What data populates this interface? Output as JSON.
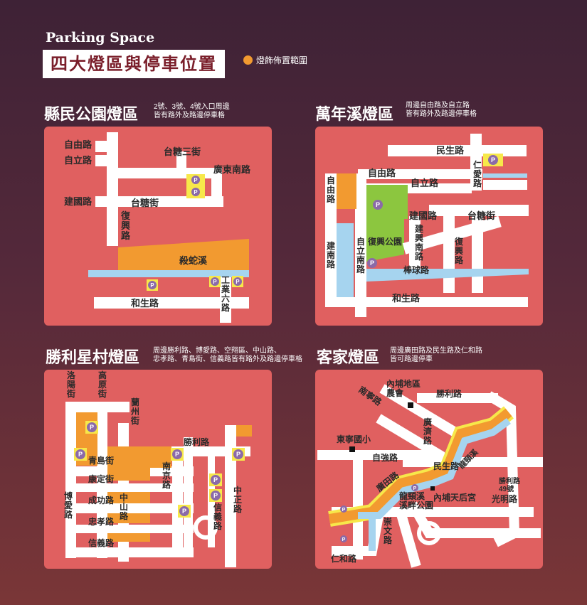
{
  "header": {
    "subtitle": "Parking Space",
    "title": "四大燈區與停車位置",
    "legend_label": "燈飾佈置範圍",
    "legend_color": "#f29a30"
  },
  "colors": {
    "panel": "#e06060",
    "road": "#ffffff",
    "light_area": "#f29a30",
    "water": "#a6d4ef",
    "park": "#8cc63f",
    "parking_bg": "#f7e84a",
    "parking_icon": "#8b6aa8"
  },
  "parking_symbol": "P",
  "sections": {
    "county_park": {
      "title": "縣民公園燈區",
      "note": "2號、3號、4號入口周邊\n皆有路外及路邊停車格",
      "labels": {
        "ziyou": "自由路",
        "zili": "自立路",
        "jianguo": "建國路",
        "taitang3": "台糖三街",
        "guangdongnan": "廣東南路",
        "taitang": "台糖街",
        "fuxing": "復\n興\n路",
        "shesheixi": "殺蛇溪",
        "hesheng": "和生路",
        "gongye6": "工\n業\n六\n路"
      }
    },
    "wannianxi": {
      "title": "萬年溪燈區",
      "note": "周邊自由路及自立路\n皆有路外及路邊停車格",
      "labels": {
        "minsheng": "民生路",
        "renai": "仁\n愛\n路",
        "ziyou": "自由路",
        "zili": "自立路",
        "ziyou_v": "自\n由\n路",
        "jianguo": "建國路",
        "taitang": "台糖街",
        "fuxing_park": "復興公園",
        "jiannan": "建\n南\n路",
        "zilinan": "自\n立\n南\n路",
        "jianxingnan": "建\n興\n南\n路",
        "bangqiu": "棒球路",
        "fuxing": "復\n興\n路",
        "hesheng": "和生路"
      }
    },
    "shengli": {
      "title": "勝利星村燈區",
      "note": "周邊勝利路、博愛路、空翔區、中山路、\n忠孝路、青島街、信義路皆有路外及路邊停車格",
      "labels": {
        "luoyang": "洛\n陽\n街",
        "gaoyuan": "高\n原\n街",
        "lanzhou": "蘭\n州\n街",
        "shengli": "勝利路",
        "qingdao": "青島街",
        "kangding": "康定街",
        "nanjing": "南\n京\n路",
        "chenggong": "成功路",
        "zhongshan": "中\n山\n路",
        "boai": "博\n愛\n路",
        "zhongxiao": "忠孝路",
        "xinyi_h": "信義路",
        "xinyi_v": "信\n義\n路",
        "zhongzheng": "中\n正\n路"
      }
    },
    "hakka": {
      "title": "客家燈區",
      "note": "周邊廣田路及民生路及仁和路\n皆可路邊停車",
      "labels": {
        "nanning": "南寧路",
        "neipu_farm": "內埔地區\n農會",
        "shengli": "勝利路",
        "dongning": "東寧國小",
        "guangji": "廣\n濟\n路",
        "ziqiang": "自強路",
        "minsheng": "民生路",
        "guangtian": "廣田路",
        "longjing": "龍頸溪",
        "shengli49": "勝利路\n49號",
        "longjing_park": "龍頸溪\n溪畔公園",
        "tianhou": "內埔天后宮",
        "guangming": "光明路",
        "chongwen": "崇\n文\n路",
        "renhe": "仁和路"
      }
    }
  }
}
